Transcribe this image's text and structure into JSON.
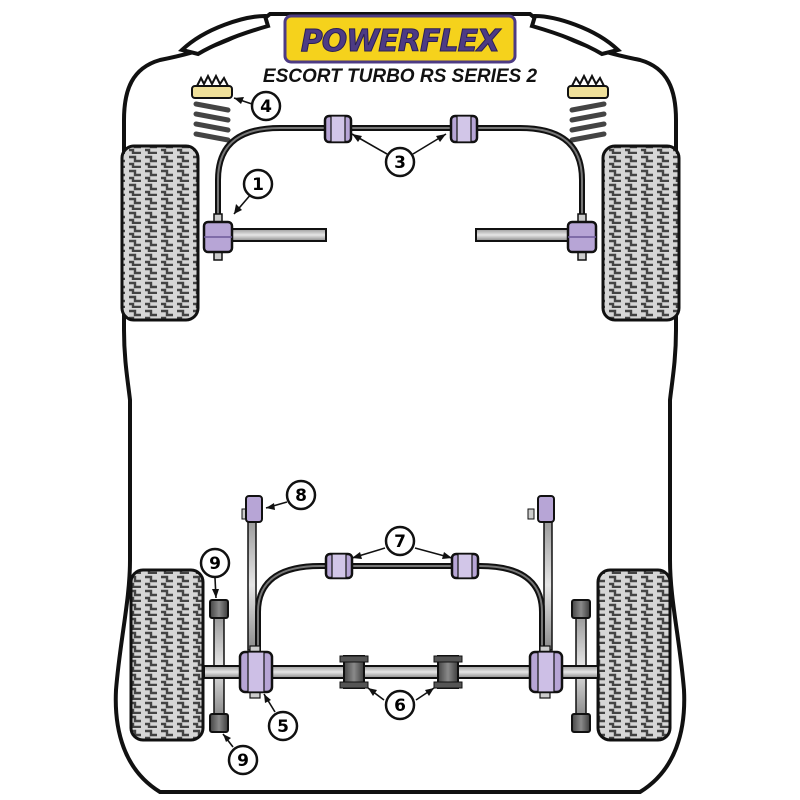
{
  "brand": {
    "logo_text": "POWERFLEX"
  },
  "subtitle": "ESCORT TURBO RS SERIES 2",
  "colors": {
    "bushing": "#b7a5d6",
    "bushing_dark": "#8d78b7",
    "logo_yellow": "#f5d21c",
    "logo_purple": "#4d3b84",
    "spring_top": "#efe09a",
    "metal_dark": "#555555",
    "metal_mid": "#b9b9b9",
    "outline": "#111111"
  },
  "callouts": [
    {
      "id": "1",
      "label": "1"
    },
    {
      "id": "3",
      "label": "3"
    },
    {
      "id": "4",
      "label": "4"
    },
    {
      "id": "5",
      "label": "5"
    },
    {
      "id": "6",
      "label": "6"
    },
    {
      "id": "7",
      "label": "7"
    },
    {
      "id": "8",
      "label": "8"
    },
    {
      "id": "9a",
      "label": "9"
    },
    {
      "id": "9b",
      "label": "9"
    }
  ]
}
